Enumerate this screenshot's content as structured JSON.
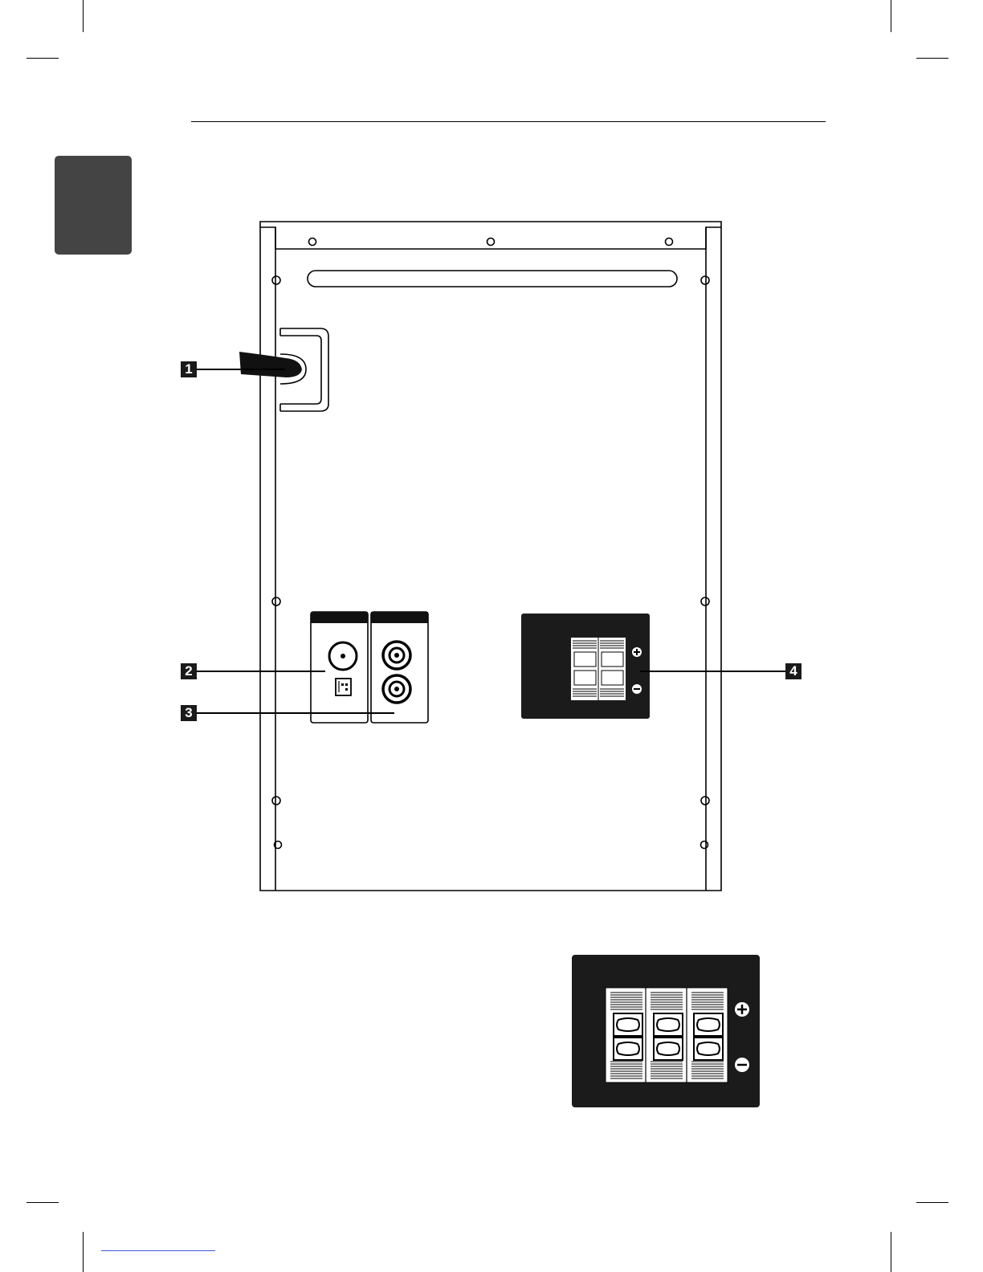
{
  "callouts": [
    {
      "number": "1",
      "target": "power-cord"
    },
    {
      "number": "2",
      "target": "antenna-connectors"
    },
    {
      "number": "3",
      "target": "rca-input-jacks"
    },
    {
      "number": "4",
      "target": "speaker-terminal"
    }
  ],
  "terminal_signs": {
    "plus": "+",
    "minus": "−"
  },
  "colors": {
    "panel": "#1b1b1b",
    "chapter_tab": "#444444",
    "ink": "#000000"
  }
}
